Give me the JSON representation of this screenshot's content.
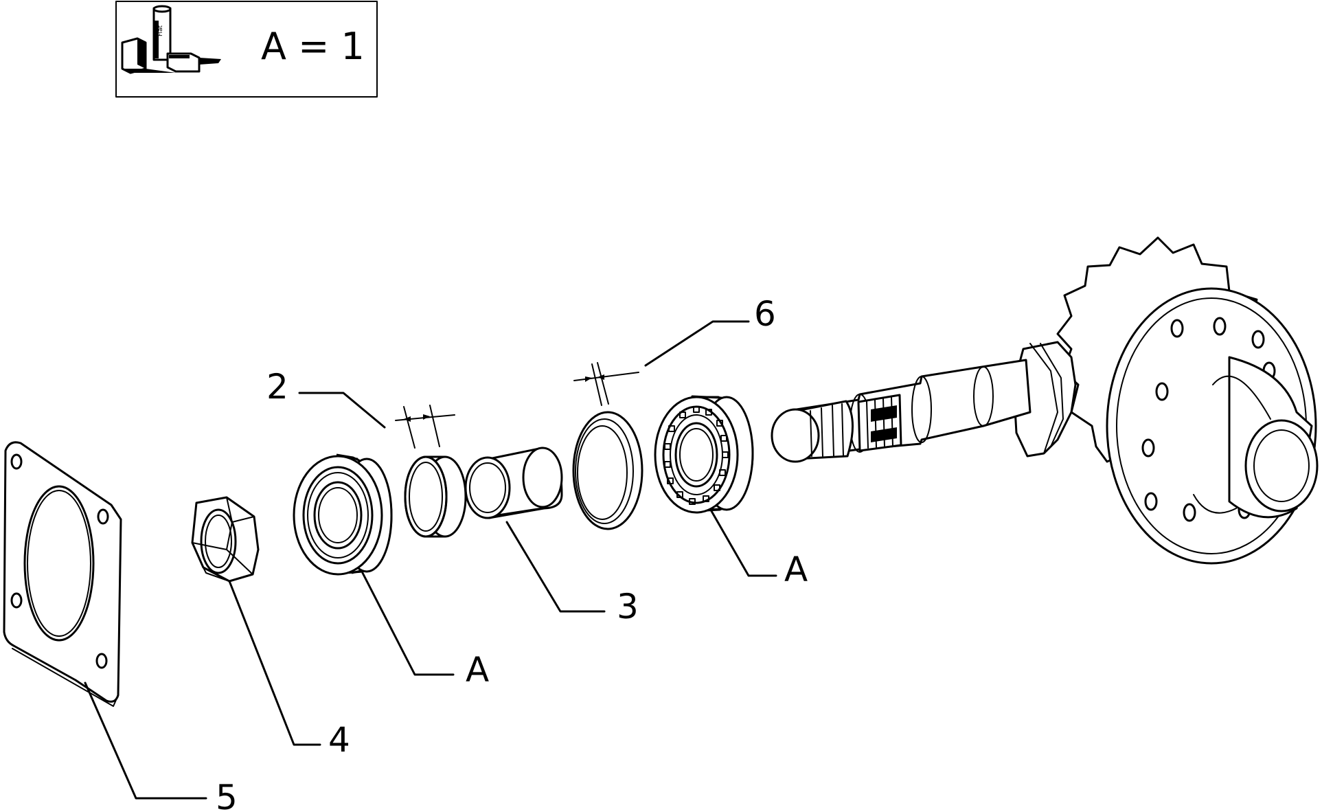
{
  "legend": {
    "text": "A = 1",
    "package_icon_text": "Fiat"
  },
  "callouts": [
    {
      "label": "2"
    },
    {
      "label": "6"
    },
    {
      "label": "3"
    },
    {
      "label": "A"
    },
    {
      "label": "A"
    },
    {
      "label": "4"
    },
    {
      "label": "5"
    }
  ]
}
